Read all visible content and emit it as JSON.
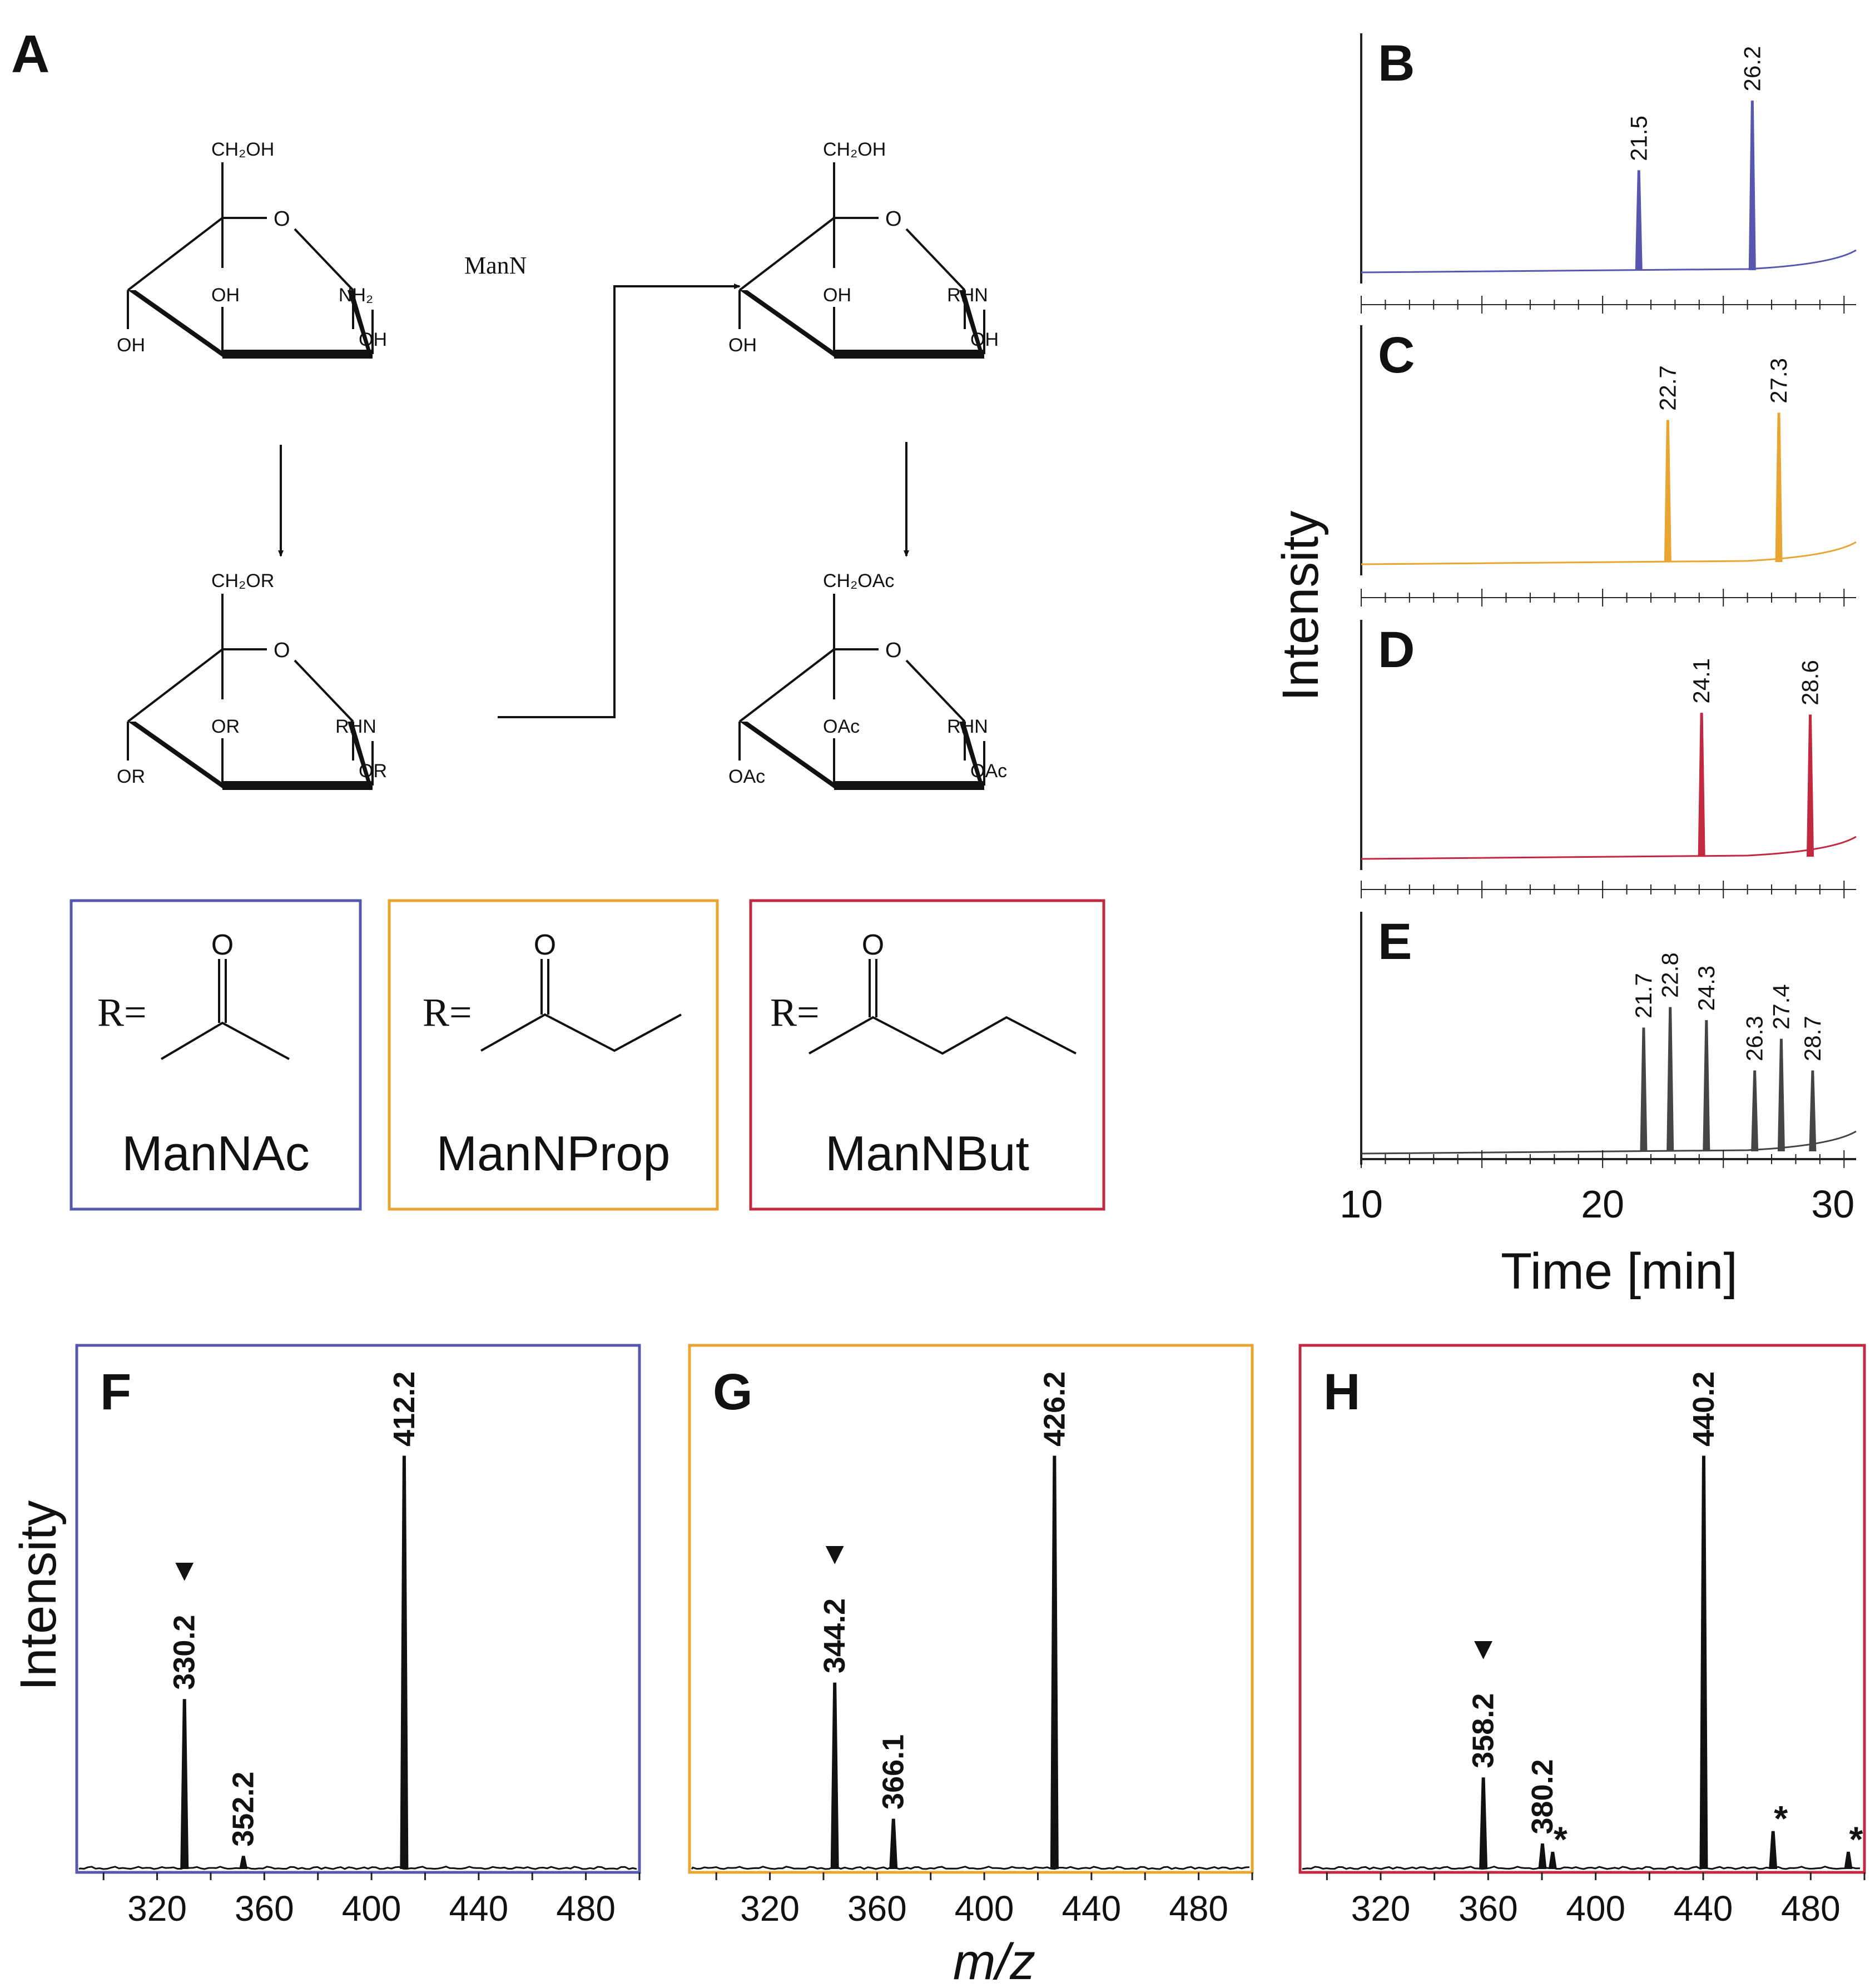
{
  "panels": {
    "a": "A",
    "b": "B",
    "c": "C",
    "d": "D",
    "e": "E",
    "f": "F",
    "g": "G",
    "h": "H"
  },
  "colors": {
    "blue": "#5658b0",
    "orange": "#e8a531",
    "red": "#c2283f",
    "gray": "#444444"
  },
  "scheme": {
    "sugar1": {
      "ch2": "CH₂OH",
      "ring_o": "O",
      "c1": "OH",
      "c2": "NH₂",
      "c3": "OH",
      "c4": "OH",
      "name": "ManN"
    },
    "sugar2": {
      "ch2": "CH₂OR",
      "ring_o": "O",
      "c1": "OR",
      "c2": "RHN",
      "c3": "OR",
      "c4": "OR"
    },
    "sugar3": {
      "ch2": "CH₂OH",
      "ring_o": "O",
      "c1": "OH",
      "c2": "RHN",
      "c3": "OH",
      "c4": "OH"
    },
    "sugar4": {
      "ch2": "CH₂OAc",
      "ring_o": "O",
      "c1": "OAc",
      "c2": "RHN",
      "c3": "OAc",
      "c4": "OAc"
    },
    "boxes": [
      {
        "r": "R=",
        "o": "O",
        "name": "ManNAc"
      },
      {
        "r": "R=",
        "o": "O",
        "name": "ManNProp"
      },
      {
        "r": "R=",
        "o": "O",
        "name": "ManNBut"
      }
    ]
  },
  "gc_axis": {
    "ylabel": "Intensity",
    "xlabel": "Time [min]",
    "ticklabels": [
      "10",
      "20",
      "30"
    ]
  },
  "ms_axis": {
    "ylabel": "Intensity",
    "xlabel": "m/z",
    "ticklabels": [
      "320",
      "360",
      "400",
      "440",
      "480"
    ]
  },
  "chart_data": [
    {
      "panel": "B",
      "type": "line",
      "xlim": [
        10,
        30.5
      ],
      "peaks": [
        {
          "x": 21.5,
          "y": 0.54,
          "label": "21.5"
        },
        {
          "x": 26.2,
          "y": 0.92,
          "label": "26.2"
        }
      ]
    },
    {
      "panel": "C",
      "type": "line",
      "xlim": [
        10,
        30.5
      ],
      "peaks": [
        {
          "x": 22.7,
          "y": 0.77,
          "label": "22.7"
        },
        {
          "x": 27.3,
          "y": 0.81,
          "label": "27.3"
        }
      ]
    },
    {
      "panel": "D",
      "type": "line",
      "xlim": [
        10,
        30.5
      ],
      "peaks": [
        {
          "x": 24.1,
          "y": 0.78,
          "label": "24.1"
        },
        {
          "x": 28.6,
          "y": 0.77,
          "label": "28.6"
        }
      ]
    },
    {
      "panel": "E",
      "type": "line",
      "xlim": [
        10,
        30.5
      ],
      "peaks": [
        {
          "x": 21.7,
          "y": 0.66,
          "label": "21.7"
        },
        {
          "x": 22.8,
          "y": 0.77,
          "label": "22.8"
        },
        {
          "x": 24.3,
          "y": 0.7,
          "label": "24.3"
        },
        {
          "x": 26.3,
          "y": 0.43,
          "label": "26.3"
        },
        {
          "x": 27.4,
          "y": 0.6,
          "label": "27.4"
        },
        {
          "x": 28.7,
          "y": 0.43,
          "label": "28.7"
        }
      ]
    },
    {
      "panel": "F",
      "type": "line",
      "xlim": [
        290,
        500
      ],
      "peaks": [
        {
          "x": 330.2,
          "y": 0.41,
          "label": "330.2",
          "marker": "▼"
        },
        {
          "x": 352.2,
          "y": 0.03,
          "label": "352.2"
        },
        {
          "x": 412.2,
          "y": 1.0,
          "label": "412.2"
        }
      ]
    },
    {
      "panel": "G",
      "type": "line",
      "xlim": [
        290,
        500
      ],
      "peaks": [
        {
          "x": 344.2,
          "y": 0.45,
          "label": "344.2",
          "marker": "▼"
        },
        {
          "x": 366.1,
          "y": 0.12,
          "label": "366.1"
        },
        {
          "x": 426.2,
          "y": 1.0,
          "label": "426.2"
        }
      ]
    },
    {
      "panel": "H",
      "type": "line",
      "xlim": [
        290,
        500
      ],
      "peaks": [
        {
          "x": 358.2,
          "y": 0.22,
          "label": "358.2",
          "marker": "▼"
        },
        {
          "x": 380.2,
          "y": 0.06,
          "label": "380.2"
        },
        {
          "x": 384,
          "y": 0.04,
          "label": "*"
        },
        {
          "x": 440.2,
          "y": 1.0,
          "label": "440.2"
        },
        {
          "x": 466,
          "y": 0.09,
          "label": "*"
        },
        {
          "x": 494,
          "y": 0.04,
          "label": "*"
        }
      ]
    }
  ]
}
